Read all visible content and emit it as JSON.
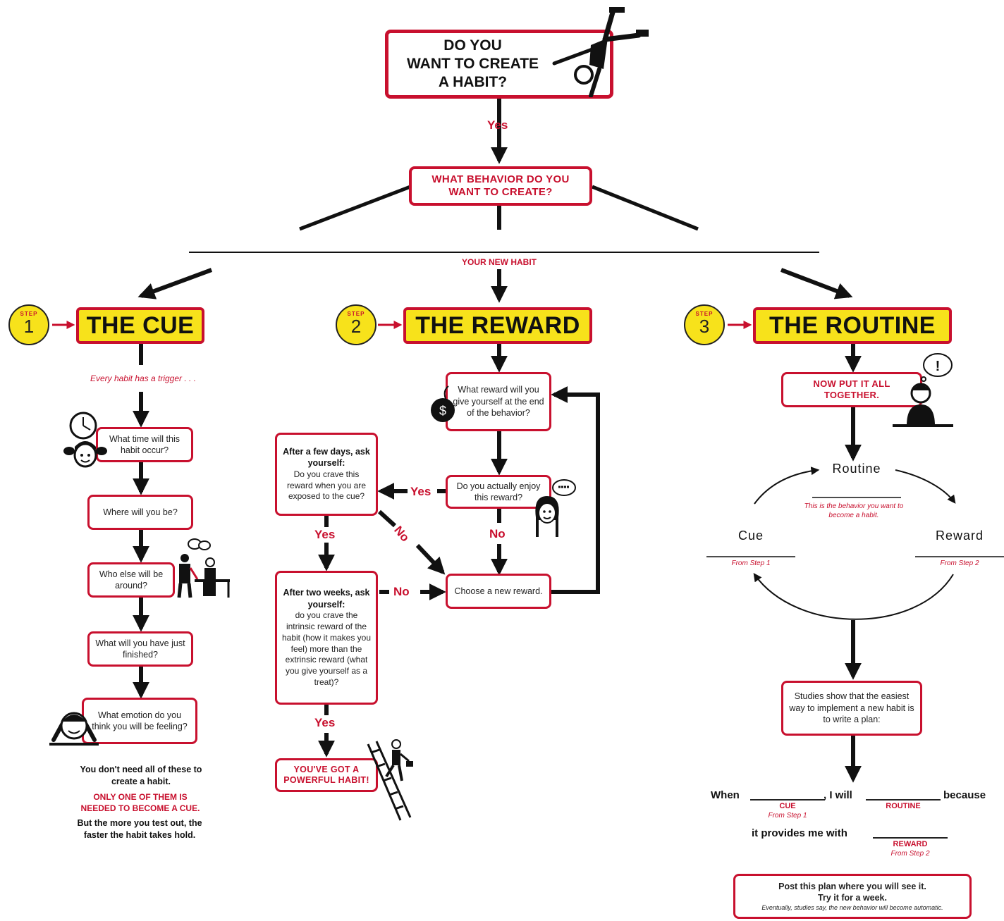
{
  "start": {
    "line1": "DO YOU",
    "line2": "WANT TO CREATE",
    "line3": "A HABIT?"
  },
  "yes_label": "Yes",
  "behavior_box": {
    "line1": "WHAT BEHAVIOR DO YOU",
    "line2": "WANT TO CREATE?"
  },
  "your_new_habit": "YOUR NEW HABIT",
  "steps": [
    {
      "badge": "STEP",
      "number": "1",
      "title": "THE CUE"
    },
    {
      "badge": "STEP",
      "number": "2",
      "title": "THE REWARD"
    },
    {
      "badge": "STEP",
      "number": "3",
      "title": "THE ROUTINE"
    }
  ],
  "cue": {
    "trigger_note": "Every habit has a trigger . . .",
    "q1": "What time will this habit occur?",
    "q2": "Where will you be?",
    "q3": "Who else will be around?",
    "q4": "What will you have just finished?",
    "q5": "What emotion do you think you will be feeling?",
    "footer1": "You don't need all of these to create a habit.",
    "footer2": "ONLY ONE OF THEM IS NEEDED TO BECOME A CUE.",
    "footer3": "But the more you test out, the faster the habit takes hold."
  },
  "reward": {
    "q1": "What reward will you give yourself at the end of the behavior?",
    "q2": "Do you actually enjoy this reward?",
    "choose": "Choose a new reward.",
    "few_days_title": "After a few days, ask yourself:",
    "few_days_body": "Do you crave this reward when you are exposed to the cue?",
    "two_weeks_title": "After two weeks, ask yourself:",
    "two_weeks_body": "do you crave the intrinsic reward of the habit (how it makes you feel) more than the extrinsic reward (what you give yourself as a treat)?",
    "powerful": "YOU'VE GOT A POWERFUL HABIT!",
    "yes": "Yes",
    "no": "No",
    "money_symbol": "$"
  },
  "routine": {
    "together": "NOW PUT IT ALL TOGETHER.",
    "loop_routine": "Routine",
    "loop_routine_note": "This is the behavior you want to become a habit.",
    "loop_cue": "Cue",
    "loop_cue_note": "From Step 1",
    "loop_reward": "Reward",
    "loop_reward_note": "From Step 2",
    "studies": "Studies show that the easiest way to implement a new habit is to write a plan:",
    "plan_when": "When",
    "plan_i_will": ", I will",
    "plan_because": "because",
    "plan_cue": "CUE",
    "plan_cue_note": "From Step 1",
    "plan_routine": "ROUTINE",
    "plan_provides": "it provides me with",
    "plan_reward": "REWARD",
    "plan_reward_note": "From Step 2",
    "post1": "Post this plan where you will see it.",
    "post2": "Try it for a week.",
    "post3": "Eventually, studies say, the new behavior will become automatic."
  },
  "colors": {
    "accent": "#c8102e",
    "highlight": "#f7e21b",
    "ink": "#111111"
  },
  "icons": [
    "stick-figure-cartwheel-icon",
    "clock-icon",
    "girl-face-icon",
    "thinking-person-icon",
    "people-at-desk-icon",
    "relaxed-person-icon",
    "money-bag-icon",
    "girl-speech-icon",
    "ladder-climber-icon"
  ]
}
